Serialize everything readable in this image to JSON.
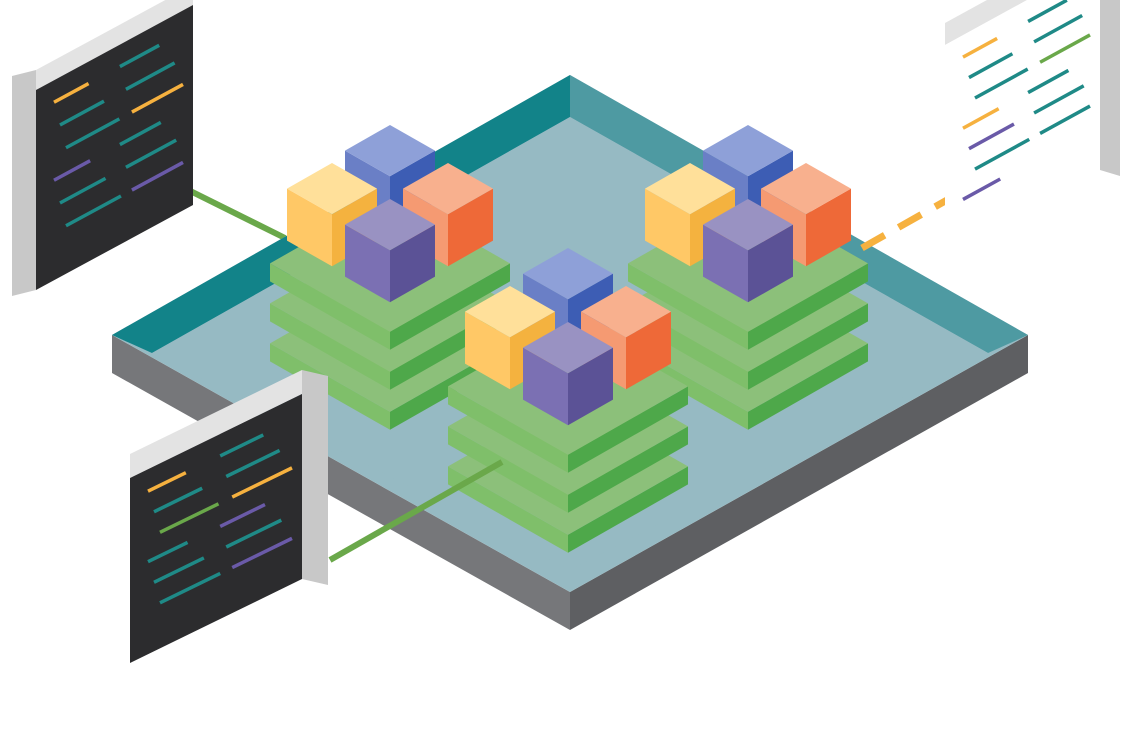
{
  "colors": {
    "platform_top": "#96bac3",
    "platform_rim_back_left": "#128389",
    "platform_rim_back_right": "#4e9aa2",
    "platform_side_left": "#76777a",
    "platform_side_right": "#5e5f62",
    "layer_top": "#8cc07a",
    "layer_left": "#7fbf6a",
    "layer_right": "#4ea84a",
    "cube_blue": [
      "#8ea0d8",
      "#6a7fc6",
      "#3d5db4"
    ],
    "cube_orange": [
      "#f8b08e",
      "#f59a72",
      "#ee6938"
    ],
    "cube_yellow": [
      "#ffe09a",
      "#ffc866",
      "#f4b23f"
    ],
    "cube_purple": [
      "#9992c2",
      "#7b70b3",
      "#5b5296"
    ],
    "panel_dark": "#2c2c2e",
    "panel_light": "#ffffff",
    "panel_frame": "#e3e3e3",
    "panel_frame_side": "#c8c8c8",
    "connector_green": "#6aa84a",
    "connector_orange": "#f6b13f",
    "code_teal": "#1f8a87",
    "code_yellow": "#f6b13f",
    "code_purple": "#6a5aa8",
    "code_green": "#6aa84a"
  },
  "diagram": {
    "platform": {
      "name": "platform"
    },
    "stacks": [
      {
        "name": "stack-left",
        "layers": 3,
        "cubes": [
          "blue",
          "orange",
          "yellow",
          "purple"
        ]
      },
      {
        "name": "stack-right",
        "layers": 3,
        "cubes": [
          "blue",
          "orange",
          "yellow",
          "purple"
        ]
      },
      {
        "name": "stack-front",
        "layers": 3,
        "cubes": [
          "blue",
          "orange",
          "yellow",
          "purple"
        ]
      }
    ],
    "panels": [
      {
        "name": "code-panel-top-left",
        "theme": "dark",
        "connector": "solid-green",
        "lines": [
          "yellow",
          "teal",
          "teal",
          "teal",
          "teal",
          "yellow",
          "purple",
          "teal",
          "teal",
          "teal",
          "teal",
          "purple"
        ]
      },
      {
        "name": "code-panel-top-right",
        "theme": "light",
        "connector": "dashed-orange",
        "lines": [
          "yellow",
          "teal",
          "teal",
          "teal",
          "teal",
          "green",
          "yellow",
          "teal",
          "purple",
          "teal",
          "teal",
          "teal",
          "purple"
        ]
      },
      {
        "name": "code-panel-bottom-left",
        "theme": "dark",
        "connector": "solid-green",
        "lines": [
          "yellow",
          "teal",
          "teal",
          "teal",
          "green",
          "yellow",
          "teal",
          "purple",
          "teal",
          "teal",
          "teal",
          "purple"
        ]
      }
    ]
  }
}
